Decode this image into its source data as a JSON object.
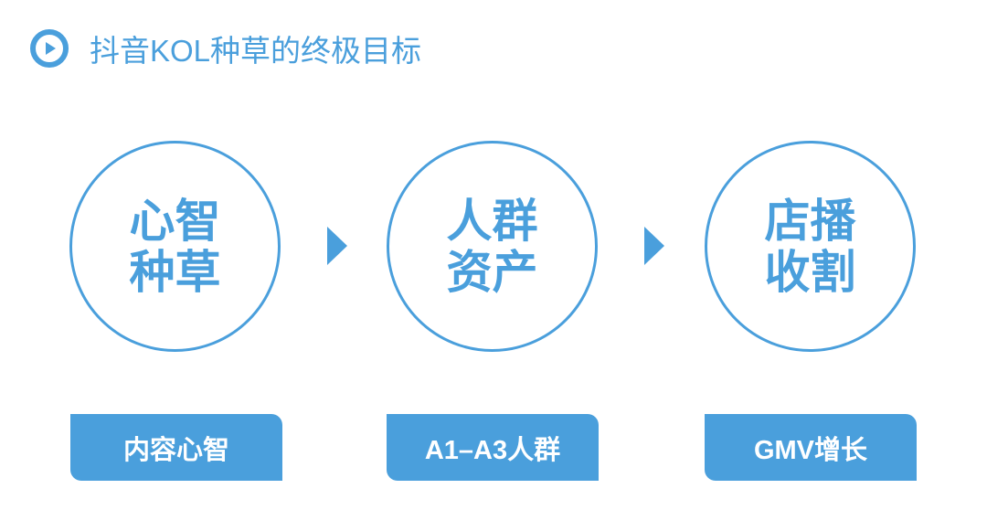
{
  "header": {
    "icon": "play-circle-icon",
    "title": "抖音KOL种草的终极目标"
  },
  "colors": {
    "accent": "#4a9fdc",
    "label_text": "#ffffff",
    "background": "#ffffff"
  },
  "stages": [
    {
      "circle_line1": "心智",
      "circle_line2": "种草",
      "label": "内容心智"
    },
    {
      "circle_line1": "人群",
      "circle_line2": "资产",
      "label": "A1–A3人群"
    },
    {
      "circle_line1": "店播",
      "circle_line2": "收割",
      "label": "GMV增长"
    }
  ],
  "connectors": [
    "triangle-right-icon",
    "triangle-right-icon"
  ]
}
